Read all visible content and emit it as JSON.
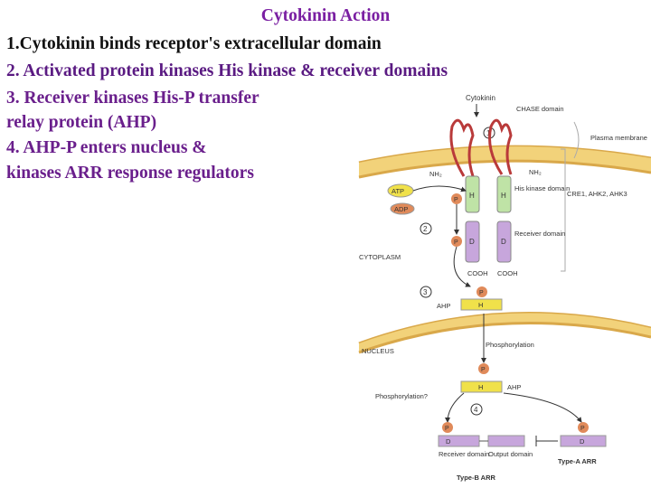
{
  "title": "Cytokinin Action",
  "steps": [
    "1.Cytokinin binds receptor's extracellular domain",
    "2. Activated protein kinases His kinase & receiver domains",
    "3. Receiver kinases His-P transfer",
    "relay protein (AHP)",
    "4. AHP-P enters nucleus &",
    "kinases ARR response regulators"
  ],
  "colors": {
    "membrane": "#f2d27a",
    "receptor": "#b93a3a",
    "his_kinase": "#bfe3a6",
    "receiver": "#c7a6dc",
    "atp": "#f0e14a",
    "phosphate": "#e08a5a",
    "ahp": "#f0e14a",
    "arr": "#c7a6dc"
  },
  "diagram": {
    "cytokinin": "Cytokinin",
    "chase_domain": "CHASE domain",
    "plasma_membrane": "Plasma membrane",
    "nh2_left": "NH₂",
    "nh2_right": "NH₂",
    "atp": "ATP",
    "adp": "ADP",
    "h": "H",
    "d": "D",
    "p": "P",
    "his_kinase_domain": "His kinase domain",
    "receptors": "CRE1, AHK2, AHK3",
    "receiver_domain": "Receiver domain",
    "cooh": "COOH",
    "cytoplasm": "CYTOPLASM",
    "ahp": "AHP",
    "nucleus": "NUCLEUS",
    "phosphorylation": "Phosphorylation",
    "phosphorylation_q": "Phosphorylation?",
    "step1": "1",
    "step2": "2",
    "step3": "3",
    "step4": "4",
    "receiver_domain_label": "Receiver domain",
    "output_domain_label": "Output domain",
    "type_b": "Type-B ARR",
    "type_a": "Type-A ARR"
  }
}
